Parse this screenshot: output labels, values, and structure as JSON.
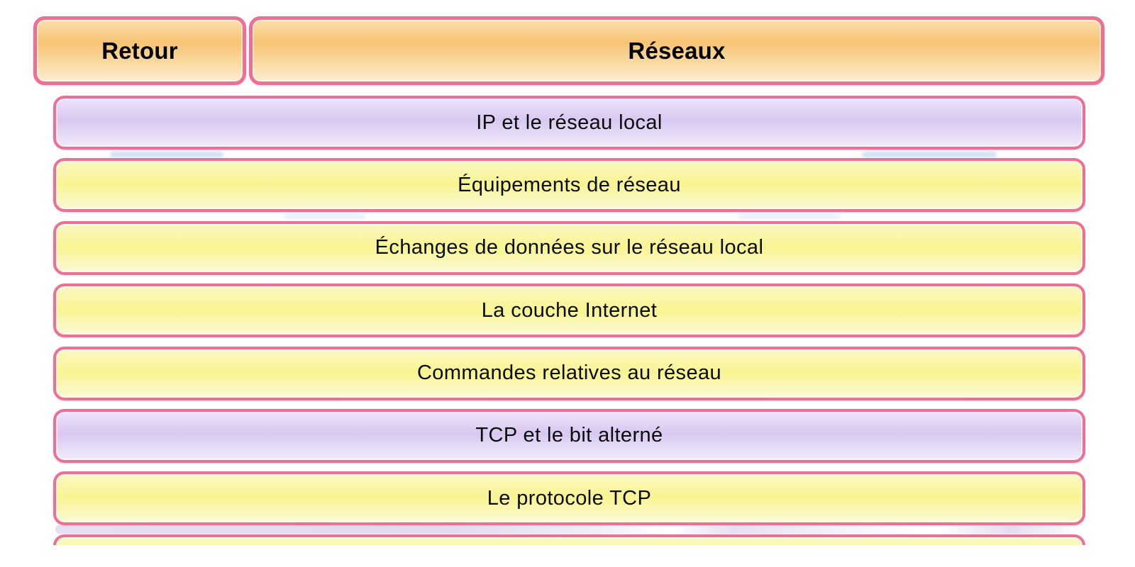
{
  "header": {
    "back_label": "Retour",
    "title": "Réseaux"
  },
  "list": {
    "items": [
      {
        "label": "IP et le réseau local",
        "variant": "purple"
      },
      {
        "label": "Équipements de réseau",
        "variant": "yellow"
      },
      {
        "label": "Échanges de données sur le réseau local",
        "variant": "yellow"
      },
      {
        "label": "La couche Internet",
        "variant": "yellow"
      },
      {
        "label": "Commandes relatives au réseau",
        "variant": "yellow"
      },
      {
        "label": "TCP et le bit alterné",
        "variant": "purple"
      },
      {
        "label": "Le protocole TCP",
        "variant": "yellow"
      },
      {
        "label": "",
        "variant": "yellow",
        "partial": true
      }
    ]
  },
  "colors": {
    "background": "#ffffff",
    "border_pink": "#ec7095",
    "header_orange_top": "#fbe0ad",
    "header_orange_mid": "#f7c475",
    "header_orange_bottom": "#fdefd2",
    "item_purple_top": "#eee3fa",
    "item_purple_mid": "#d7c8f0",
    "item_purple_bottom": "#f1ebfb",
    "item_yellow_top": "#fbf8c4",
    "item_yellow_mid": "#f8f491",
    "item_yellow_bottom": "#fcfad6",
    "text": "#000000"
  }
}
